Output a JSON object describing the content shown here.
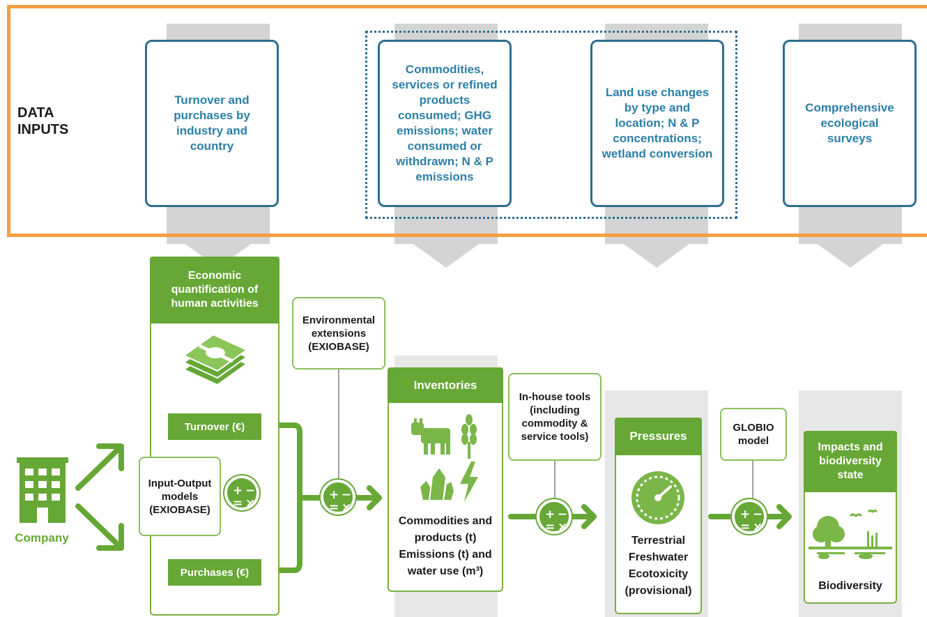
{
  "data_inputs": {
    "label": "DATA\nINPUTS",
    "boxes": [
      {
        "id": "turnover",
        "text": "Turnover and purchases by industry and country"
      },
      {
        "id": "commodities",
        "text": "Commodities, services or refined products consumed; GHG emissions; water consumed or withdrawn; N & P emissions"
      },
      {
        "id": "landuse",
        "text": "Land use changes by type and location; N & P concentrations; wetland conversion"
      },
      {
        "id": "ecological",
        "text": "Comprehensive ecological surveys"
      }
    ]
  },
  "company": {
    "label": "Company"
  },
  "economic": {
    "title": "Economic quantification of human activities",
    "turnover": "Turnover (€)",
    "purchases": "Purchases (€)",
    "io_models": "Input-Output models (EXIOBASE)"
  },
  "env_ext": {
    "text": "Environmental extensions (EXIOBASE)"
  },
  "inventories": {
    "title": "Inventories",
    "body": "Commodities and products (t) Emissions (t) and water use (m³)"
  },
  "inhouse": {
    "text": "In-house tools (including commodity & service tools)"
  },
  "pressures": {
    "title": "Pressures",
    "body": "Terrestrial Freshwater Ecotoxicity (provisional)"
  },
  "globio": {
    "text": "GLOBIO model"
  },
  "impacts": {
    "title": "Impacts and biodiversity state",
    "body": "Biodiversity"
  },
  "colors": {
    "green": "#66a735",
    "teal": "#2d6e8e",
    "orange": "#f4a043",
    "gray": "#d4d4d4"
  },
  "icons": [
    "building-icon",
    "money-stack-icon",
    "calculator-icon",
    "cow-icon",
    "wheat-icon",
    "crystal-icon",
    "lightning-icon",
    "gauge-icon",
    "landscape-icon"
  ]
}
